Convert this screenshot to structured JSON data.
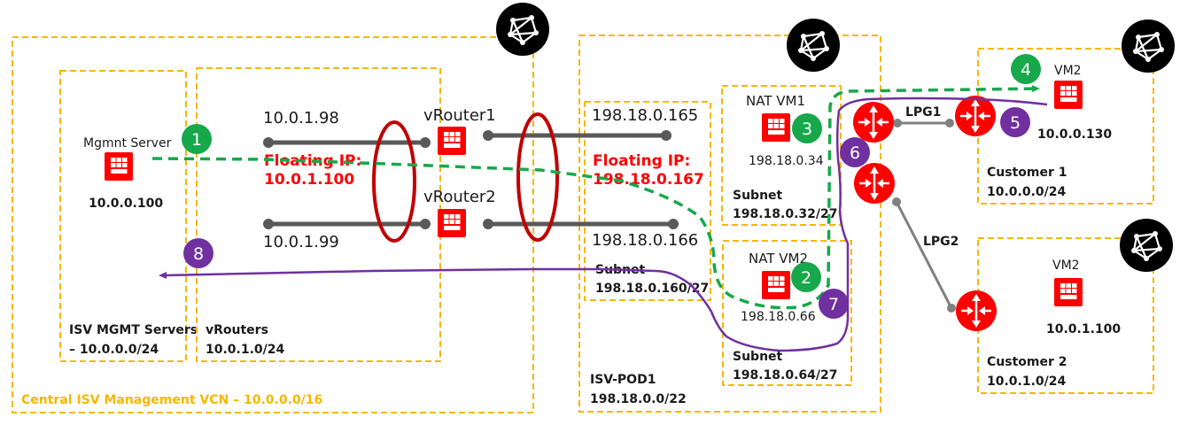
{
  "colors": {
    "box_border": "#f5b800",
    "green_path": "#16a84a",
    "purple_path": "#7030a0",
    "red_accent": "#ff0000",
    "ellipse": "#c00000",
    "line_gray": "#555555",
    "lpg_line": "#808080"
  },
  "containers": {
    "central_vcn": {
      "label": "Central ISV Management VCN – 10.0.0.0/16"
    },
    "mgmt_servers": {
      "label_line1": "ISV MGMT Servers",
      "label_line2": "– 10.0.0.0/24"
    },
    "vrouters": {
      "label_line1": "vRouters",
      "label_line2": "10.0.1.0/24"
    },
    "isv_pod1": {
      "label_line1": "ISV-POD1",
      "label_line2": "198.18.0.0/22"
    },
    "subnet_160": {
      "label_line1": "Subnet",
      "label_line2": "198.18.0.160/27"
    },
    "subnet_32": {
      "label_line1": "Subnet",
      "label_line2": "198.18.0.32/27"
    },
    "subnet_64": {
      "label_line1": "Subnet",
      "label_line2": "198.18.0.64/27"
    },
    "customer1": {
      "label_line1": "Customer 1",
      "label_line2": "10.0.0.0/24"
    },
    "customer2": {
      "label_line1": "Customer 2",
      "label_line2": "10.0.1.0/24"
    }
  },
  "nodes": {
    "mgmt_server": {
      "name": "Mgmnt Server",
      "ip": "10.0.0.100",
      "icon": "vm-icon"
    },
    "vrouter1": {
      "name": "vRouter1",
      "icon": "vm-icon"
    },
    "vrouter2": {
      "name": "vRouter2",
      "icon": "vm-icon"
    },
    "nat_vm1": {
      "name": "NAT VM1",
      "ip": "198.18.0.34",
      "icon": "vm-icon"
    },
    "nat_vm2": {
      "name": "NAT VM2",
      "ip": "198.18.0.66",
      "icon": "vm-icon"
    },
    "cust1_vm2": {
      "name": "VM2",
      "ip": "10.0.0.130",
      "icon": "vm-icon"
    },
    "cust2_vm2": {
      "name": "VM2",
      "ip": "10.0.1.100",
      "icon": "vm-icon"
    }
  },
  "interfaces": {
    "vr1_left": "10.0.1.98",
    "vr2_left": "10.0.1.99",
    "vr1_right": "198.18.0.165",
    "vr2_right": "198.18.0.166"
  },
  "floating_ips": {
    "left": {
      "line1": "Floating IP:",
      "line2": "10.0.1.100"
    },
    "right": {
      "line1": "Floating IP:",
      "line2": "198.18.0.167"
    }
  },
  "peering": {
    "lpg1": "LPG1",
    "lpg2": "LPG2"
  },
  "steps": [
    {
      "n": "1",
      "path": "request",
      "color": "green"
    },
    {
      "n": "2",
      "path": "request",
      "color": "green"
    },
    {
      "n": "3",
      "path": "request",
      "color": "green"
    },
    {
      "n": "4",
      "path": "request",
      "color": "green"
    },
    {
      "n": "5",
      "path": "response",
      "color": "purple"
    },
    {
      "n": "6",
      "path": "response",
      "color": "purple"
    },
    {
      "n": "7",
      "path": "response",
      "color": "purple"
    },
    {
      "n": "8",
      "path": "response",
      "color": "purple"
    }
  ],
  "icons": {
    "vcn": "vcn-network-icon",
    "router": "lpg-router-icon",
    "vm": "vm-icon"
  }
}
